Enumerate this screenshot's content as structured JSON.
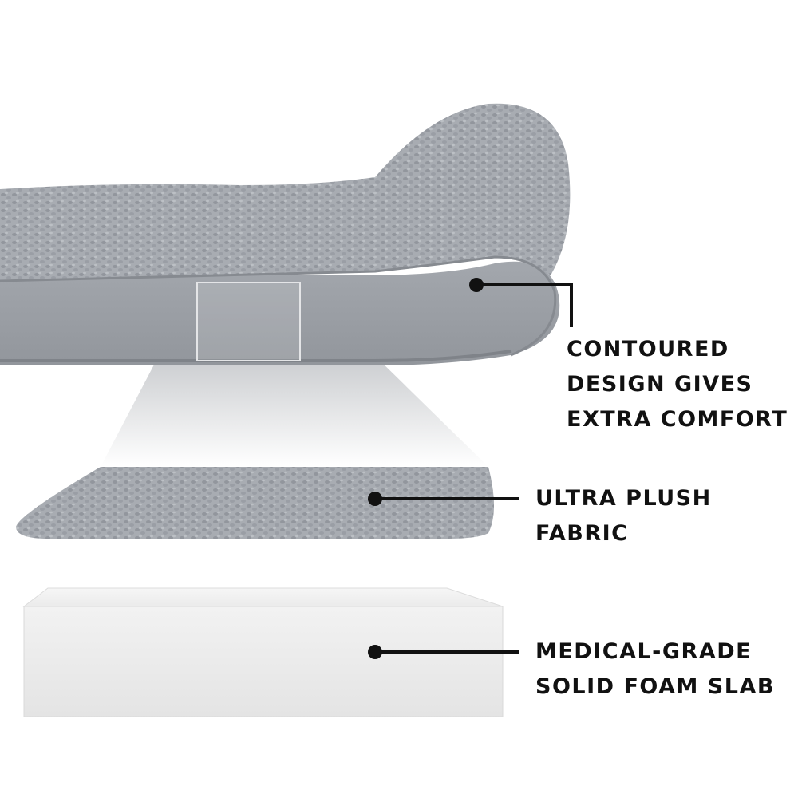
{
  "callouts": [
    {
      "lines": [
        "CONTOURED",
        "DESIGN GIVES",
        "EXTRA COMFORT"
      ]
    },
    {
      "lines": [
        "ULTRA PLUSH",
        "FABRIC"
      ]
    },
    {
      "lines": [
        "MEDICAL-GRADE",
        "SOLID FOAM SLAB"
      ]
    }
  ],
  "colors": {
    "fabric": "#a9adb3",
    "fabric_dark": "#8b8f96",
    "side_panel": "#9ea2a8",
    "foam": "#f3f3f3",
    "leader": "#111111"
  },
  "icons": [
    "product-illustration",
    "callout-dot"
  ]
}
